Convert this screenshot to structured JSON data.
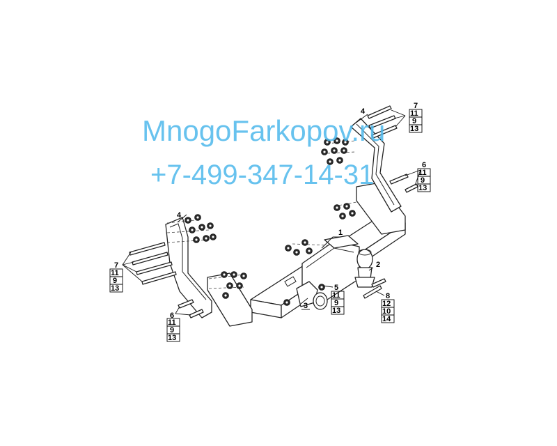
{
  "watermark": {
    "site": "MnogoFarkopov.ru",
    "phone": "+7-499-347-14-31",
    "color": "#4db8ec"
  },
  "callouts": {
    "c1": "1",
    "c2": "2",
    "c3": "3",
    "c4_left": "4",
    "c4_right": "4",
    "c5": "5",
    "c6_left": "6",
    "c6_right": "6",
    "c7_left": "7",
    "c7_right": "7",
    "c8": "8"
  },
  "stacks": {
    "s7_right": [
      "11",
      "9",
      "13"
    ],
    "s6_right": [
      "11",
      "9",
      "13"
    ],
    "s7_left": [
      "11",
      "9",
      "13"
    ],
    "s6_left": [
      "11",
      "9",
      "13"
    ],
    "s5": [
      "11",
      "9",
      "13"
    ],
    "s8": [
      "12",
      "10",
      "14"
    ]
  }
}
